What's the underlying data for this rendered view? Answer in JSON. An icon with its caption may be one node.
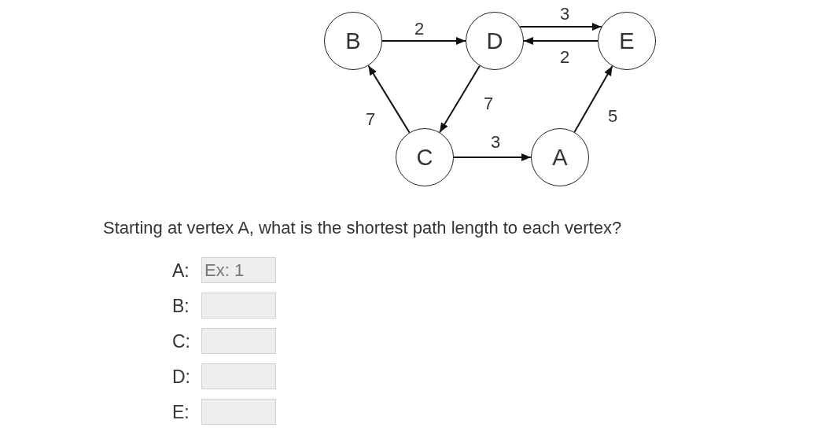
{
  "diagram": {
    "nodes": [
      {
        "text": [
          "B"
        ]
      },
      {
        "text": [
          "D"
        ]
      },
      {
        "text": [
          "E"
        ]
      },
      {
        "text": [
          "C"
        ]
      },
      {
        "text": [
          "A"
        ]
      }
    ],
    "edges": [
      {
        "from": 0,
        "to": 1,
        "arrow": "to",
        "label": "2"
      },
      {
        "from": 1,
        "to": 2,
        "arrow": "to",
        "label": "3"
      },
      {
        "from": 2,
        "to": 1,
        "arrow": "to",
        "label": "2"
      },
      {
        "from": 1,
        "to": 3,
        "arrow": "to",
        "label": "7"
      },
      {
        "from": 3,
        "to": 0,
        "arrow": "to",
        "label": "7"
      },
      {
        "from": 3,
        "to": 4,
        "arrow": "to",
        "label": "3"
      },
      {
        "from": 4,
        "to": 2,
        "arrow": "to",
        "label": "5"
      }
    ],
    "labels": [
      "Starting at vertex A, what is the shortest path length to each vertex?",
      "A:",
      "Ex: 1",
      "B:",
      "C:",
      "D:",
      "E:"
    ]
  }
}
